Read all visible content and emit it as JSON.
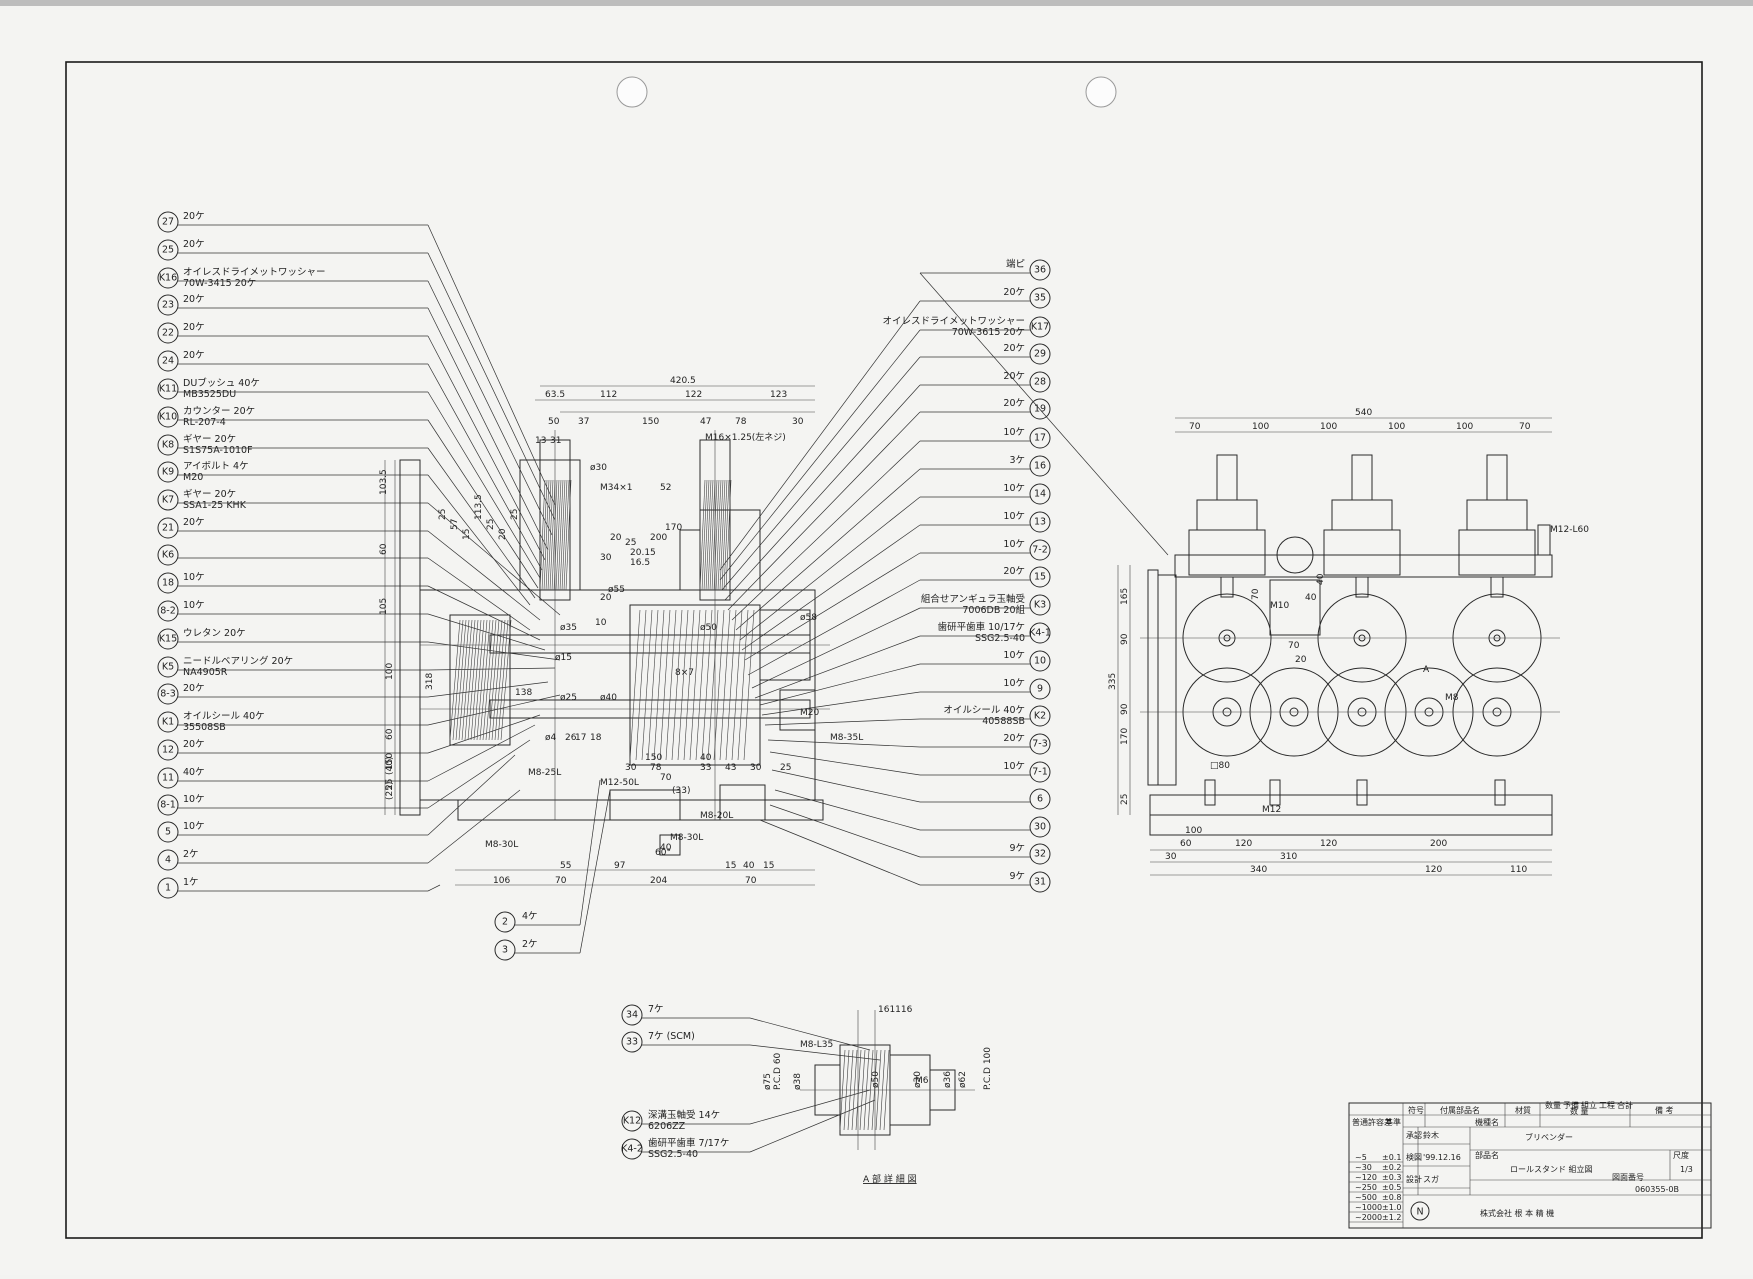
{
  "drawing": {
    "detail_label": "A 部 詳 細 図",
    "view_mark": "A"
  },
  "callouts_left": [
    {
      "id": "27",
      "lines": [
        "20ケ"
      ]
    },
    {
      "id": "25",
      "lines": [
        "20ケ"
      ]
    },
    {
      "id": "K16",
      "lines": [
        "オイレスドライメットワッシャー",
        "70W-3415 20ケ"
      ]
    },
    {
      "id": "23",
      "lines": [
        "20ケ"
      ]
    },
    {
      "id": "22",
      "lines": [
        "20ケ"
      ]
    },
    {
      "id": "24",
      "lines": [
        "20ケ"
      ]
    },
    {
      "id": "K11",
      "lines": [
        "DUブッシュ 40ケ",
        "MB3525DU"
      ]
    },
    {
      "id": "K10",
      "lines": [
        "カウンター 20ケ",
        "RL-207-4"
      ]
    },
    {
      "id": "K8",
      "lines": [
        "ギヤー 20ケ",
        "S1S75A-1010F"
      ]
    },
    {
      "id": "K9",
      "lines": [
        "アイボルト 4ケ",
        "M20"
      ]
    },
    {
      "id": "K7",
      "lines": [
        "ギヤー 20ケ",
        "SSA1-25 KHK"
      ]
    },
    {
      "id": "21",
      "lines": [
        "20ケ"
      ]
    },
    {
      "id": "K6",
      "lines": []
    },
    {
      "id": "18",
      "lines": [
        "10ケ"
      ]
    },
    {
      "id": "8-2",
      "lines": [
        "10ケ"
      ]
    },
    {
      "id": "K15",
      "lines": [
        "ウレタン 20ケ"
      ]
    },
    {
      "id": "K5",
      "lines": [
        "ニードルベアリング 20ケ",
        "NA4905R"
      ]
    },
    {
      "id": "8-3",
      "lines": [
        "20ケ"
      ]
    },
    {
      "id": "K1",
      "lines": [
        "オイルシール 40ケ",
        "35508SB"
      ]
    },
    {
      "id": "12",
      "lines": [
        "20ケ"
      ]
    },
    {
      "id": "11",
      "lines": [
        "40ケ"
      ]
    },
    {
      "id": "8-1",
      "lines": [
        "10ケ"
      ]
    },
    {
      "id": "5",
      "lines": [
        "10ケ"
      ]
    },
    {
      "id": "4",
      "lines": [
        "2ケ"
      ]
    },
    {
      "id": "1",
      "lines": [
        "1ケ"
      ]
    }
  ],
  "callouts_right": [
    {
      "id": "36",
      "lines": [
        "端ピ"
      ]
    },
    {
      "id": "35",
      "lines": [
        "20ケ"
      ]
    },
    {
      "id": "K17",
      "lines": [
        "オイレスドライメットワッシャー",
        "70W-3615 20ケ"
      ]
    },
    {
      "id": "29",
      "lines": [
        "20ケ"
      ]
    },
    {
      "id": "28",
      "lines": [
        "20ケ"
      ]
    },
    {
      "id": "19",
      "lines": [
        "20ケ"
      ]
    },
    {
      "id": "17",
      "lines": [
        "10ケ"
      ]
    },
    {
      "id": "16",
      "lines": [
        "3ケ"
      ]
    },
    {
      "id": "14",
      "lines": [
        "10ケ"
      ]
    },
    {
      "id": "13",
      "lines": [
        "10ケ"
      ]
    },
    {
      "id": "7-2",
      "lines": [
        "10ケ"
      ]
    },
    {
      "id": "15",
      "lines": [
        "20ケ"
      ]
    },
    {
      "id": "K3",
      "lines": [
        "組合せアンギュラ玉軸受",
        "7006DB 20組"
      ]
    },
    {
      "id": "K4-1",
      "lines": [
        "歯研平歯車 10/17ケ",
        "SSG2.5-40"
      ]
    },
    {
      "id": "10",
      "lines": [
        "10ケ"
      ]
    },
    {
      "id": "9",
      "lines": [
        "10ケ"
      ]
    },
    {
      "id": "K2",
      "lines": [
        "オイルシール 40ケ",
        "40588SB"
      ]
    },
    {
      "id": "7-3",
      "lines": [
        "20ケ"
      ]
    },
    {
      "id": "7-1",
      "lines": [
        "10ケ"
      ]
    },
    {
      "id": "6",
      "lines": []
    },
    {
      "id": "30",
      "lines": []
    },
    {
      "id": "32",
      "lines": [
        "9ケ"
      ]
    },
    {
      "id": "31",
      "lines": [
        "9ケ"
      ]
    }
  ],
  "callouts_bottom": [
    {
      "id": "2",
      "lines": [
        "4ケ"
      ]
    },
    {
      "id": "3",
      "lines": [
        "2ケ"
      ]
    }
  ],
  "callouts_detail": [
    {
      "id": "34",
      "lines": [
        "7ケ"
      ]
    },
    {
      "id": "33",
      "lines": [
        "7ケ (SCM)"
      ]
    },
    {
      "id": "K12",
      "lines": [
        "深溝玉軸受 14ケ",
        "6206ZZ"
      ]
    },
    {
      "id": "K4-2",
      "lines": [
        "歯研平歯車 7/17ケ",
        "SSG2.5-40"
      ]
    }
  ],
  "dims_front": {
    "overall": "420.5",
    "top": [
      "63.5",
      "112",
      "122",
      "123"
    ],
    "top2": [
      "50",
      "37",
      "150",
      "47",
      "78",
      "30"
    ],
    "top3": [
      "31",
      "13"
    ],
    "vert_left": [
      "103.5",
      "60",
      "105",
      "100",
      "60",
      "150",
      "(40)",
      "25",
      "(25)",
      "318"
    ],
    "vert_inner": [
      "25",
      "57",
      "15",
      "113.5",
      "25",
      "20",
      "25"
    ],
    "bottom": [
      "106",
      "70",
      "55",
      "97",
      "204",
      "15",
      "40",
      "15",
      "70"
    ],
    "notes": [
      "M34×1",
      "M16×1.25(左ネジ)",
      "200",
      "170",
      "30",
      "20",
      "16.5",
      "25",
      "20.15",
      "52",
      "10",
      "8×7",
      "150",
      "78",
      "70",
      "40",
      "138",
      "M8-25L",
      "M12-50L",
      "M8-30L",
      "M20",
      "M8-35L",
      "M8-30L",
      "M8-20L",
      "(33)",
      "40",
      "60°",
      "ø30",
      "ø55",
      "ø50",
      "ø58",
      "ø35",
      "ø15",
      "ø25",
      "ø40",
      "ø4",
      "26",
      "17",
      "18",
      "30",
      "33",
      "43",
      "30",
      "25",
      "20"
    ]
  },
  "dims_side": {
    "top": [
      "70",
      "100",
      "100",
      "100",
      "100",
      "70"
    ],
    "overall": "540",
    "vert": [
      "165",
      "90",
      "335",
      "90",
      "170",
      "25",
      "70",
      "40"
    ],
    "bottom": [
      "100",
      "120",
      "120",
      "200",
      "30",
      "310",
      "340",
      "120",
      "110",
      "60",
      "70",
      "20",
      "40",
      "□80"
    ],
    "notes": [
      "M12-L60",
      "M10",
      "M8",
      "M12"
    ]
  },
  "dims_detail": [
    "16",
    "11",
    "16",
    "M8-L35",
    "P.C.D 60",
    "ø75",
    "ø38",
    "ø50",
    "ø30",
    "ø36",
    "ø62",
    "P.C.D 100",
    "M6"
  ],
  "title_block": {
    "hdr_no": "符号",
    "hdr_name": "付属部品名",
    "hdr_material": "材質",
    "hdr_qty_cols": [
      "数量",
      "予備",
      "組立",
      "工程",
      "合計"
    ],
    "hdr_qty_label": "数 量",
    "hdr_remarks": "備 考",
    "tol_header": [
      "普通許容差",
      "基準"
    ],
    "tol_rows": [
      [
        "~5",
        "±0.1"
      ],
      [
        "~30",
        "±0.2"
      ],
      [
        "~120",
        "±0.3"
      ],
      [
        "~250",
        "±0.5"
      ],
      [
        "~500",
        "±0.8"
      ],
      [
        "~1000",
        "±1.0"
      ],
      [
        "~2000",
        "±1.2"
      ]
    ],
    "rows": [
      {
        "label": "承認",
        "value": "鈴木"
      },
      {
        "label": "検図",
        "value": "'99.12.16"
      },
      {
        "label": "設計",
        "value": "スガ"
      }
    ],
    "machine_label": "機種名",
    "machine": "ブリベンダー",
    "part_label": "部品名",
    "part": "ロールスタンド 組立図",
    "scale_label": "尺度",
    "scale": "1/3",
    "drawing_no_label": "図面番号",
    "drawing_no": "060355-0B",
    "company": "株式会社 根 本 精 機",
    "logo": "N"
  }
}
